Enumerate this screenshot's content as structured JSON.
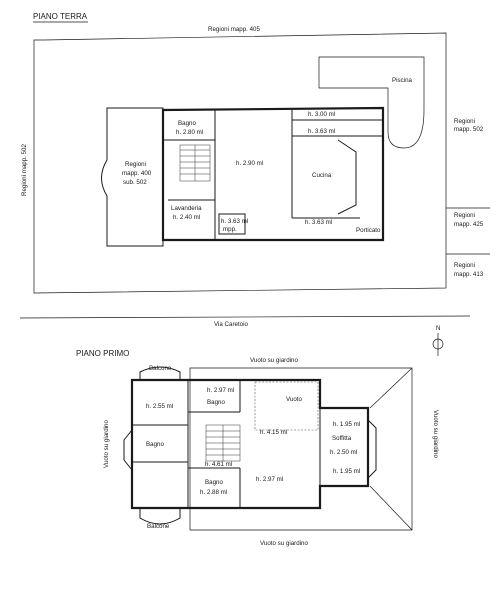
{
  "ground_floor": {
    "title": "PIANO TERRA",
    "parcels": {
      "top": "Regioni mapp. 405",
      "left": "Regioni mapp. 502",
      "right_a": "Regioni mapp. 502",
      "right_b": "Regioni mapp. 425",
      "right_c": "Regioni mapp. 413",
      "west_annex": "Regioni mapp. 400 sub. 502"
    },
    "street": "Via Caretoio",
    "pool": "Piscina",
    "rooms": {
      "bagno": "Bagno",
      "bagno_h": "h. 2.80 ml",
      "main_h": "h. 2.90 ml",
      "top_h": "h. 3.00 ml",
      "mid_h": "h. 3.63 ml",
      "cucina": "Cucina",
      "cucina_h": "h. 3.63 ml",
      "lavanderia": "Lavanderia",
      "lavanderia_h": "h. 2.40 ml",
      "small_h": "h. 3.63 ml",
      "small_note": "mpp.",
      "porticato": "Porticato"
    }
  },
  "first_floor": {
    "title": "PIANO PRIMO",
    "north": "N",
    "garden_top": "Vuoto su giardino",
    "garden_bottom": "Vuoto su giardino",
    "garden_left": "Vuoto su giardino",
    "garden_right": "Vuoto su giardino",
    "rooms": {
      "balcone_top": "Balcone",
      "balcone_bottom": "Balcone",
      "left_h": "h. 2.55 ml",
      "bagno_left": "Bagno",
      "bagno_top": "Bagno",
      "bagno_top_h": "h. 2.97 ml",
      "vuoto": "Vuoto",
      "center_h": "h. 4.15 ml",
      "stair_h": "h. 4.61 ml",
      "bagno_bottom": "Bagno",
      "bagno_bottom_h": "h. 2.88 ml",
      "bottom_h": "h. 2.97 ml",
      "soffitta": "Soffitta",
      "soffitta_top_h": "h. 1.95 ml",
      "soffitta_h": "h. 2.50 ml",
      "soffitta_bottom_h": "h. 1.95 ml"
    }
  }
}
